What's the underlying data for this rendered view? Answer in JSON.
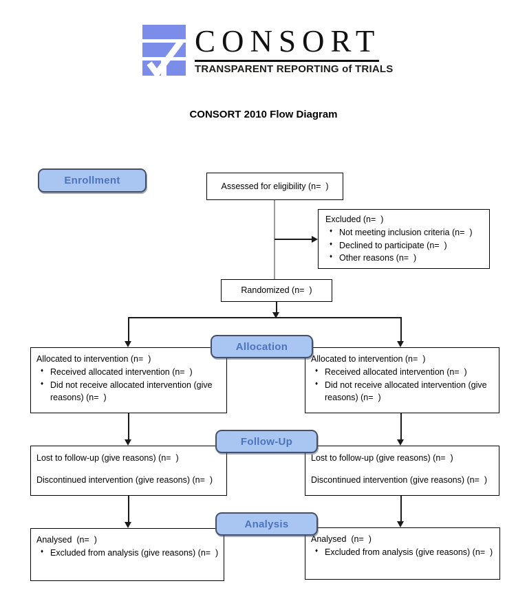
{
  "ui": {
    "bullet_icon": "♦"
  },
  "colors": {
    "logo_blue": "#7c8de9",
    "pill_fill": "#a9c5f2",
    "pill_border": "#44506a",
    "pill_text": "#4d74ba",
    "connector_black": "#1a1a1a",
    "connector_gray": "#999999"
  },
  "header": {
    "brand": "CONSORT",
    "tagline": "TRANSPARENT REPORTING of TRIALS",
    "title": "CONSORT 2010 Flow Diagram"
  },
  "stages": {
    "enrollment": "Enrollment",
    "allocation": "Allocation",
    "followup": "Follow-Up",
    "analysis": "Analysis"
  },
  "boxes": {
    "eligibility": {
      "text": "Assessed for eligibility (n=  )"
    },
    "excluded": {
      "title": "Excluded (n=  )",
      "bullets": [
        "Not meeting inclusion criteria (n=  )",
        "Declined to participate (n=  )",
        "Other reasons (n=  )"
      ]
    },
    "randomized": {
      "text": "Randomized (n=  )"
    },
    "allocation_left": {
      "title": "Allocated to intervention (n=  )",
      "bullets": [
        "Received allocated intervention (n=  )",
        "Did not receive allocated intervention (give reasons) (n=  )"
      ]
    },
    "allocation_right": {
      "title": "Allocated to intervention (n=  )",
      "bullets": [
        "Received allocated intervention (n=  )",
        "Did not receive allocated intervention (give reasons) (n=  )"
      ]
    },
    "followup_left": {
      "lines": [
        "Lost to follow-up (give reasons) (n=  )",
        "Discontinued intervention (give reasons) (n=  )"
      ]
    },
    "followup_right": {
      "lines": [
        "Lost to follow-up (give reasons) (n=  )",
        "Discontinued intervention (give reasons) (n=  )"
      ]
    },
    "analysis_left": {
      "title": "Analysed  (n=  )",
      "bullets": [
        "Excluded from analysis (give reasons) (n=  )"
      ]
    },
    "analysis_right": {
      "title": "Analysed  (n=  )",
      "bullets": [
        "Excluded from analysis (give reasons) (n=  )"
      ]
    }
  }
}
